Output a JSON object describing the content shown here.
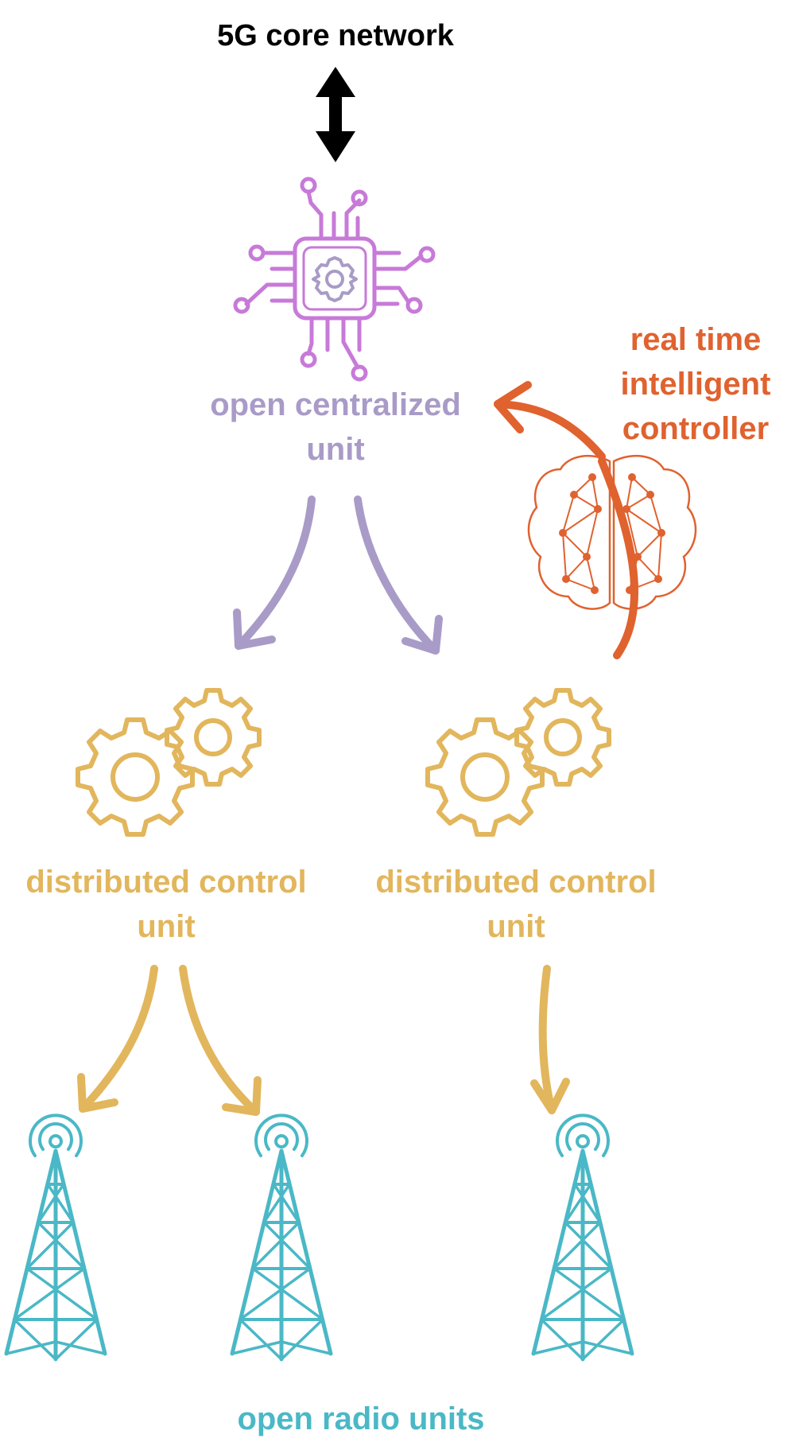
{
  "labels": {
    "core": "5G core network",
    "cu_line1": "open centralized",
    "cu_line2": "unit",
    "ric_line1": "real time",
    "ric_line2": "intelligent",
    "ric_line3": "controller",
    "du_left_line1": "distributed control",
    "du_left_line2": "unit",
    "du_right_line1": "distributed control",
    "du_right_line2": "unit",
    "ru": "open radio units"
  },
  "icons": {
    "core_link": "double-arrow-icon",
    "centralized_unit": "cpu-chip-gear-icon",
    "ric": "brain-network-icon",
    "distributed_unit": "gears-icon",
    "radio_unit": "radio-tower-icon"
  },
  "colors": {
    "core": "#000000",
    "centralized_label": "#a99bc7",
    "centralized_icon": "#c77ad8",
    "cu_arrows": "#a99bc7",
    "ric": "#e0622f",
    "distributed": "#e2b65c",
    "radio": "#4ab8c6"
  }
}
